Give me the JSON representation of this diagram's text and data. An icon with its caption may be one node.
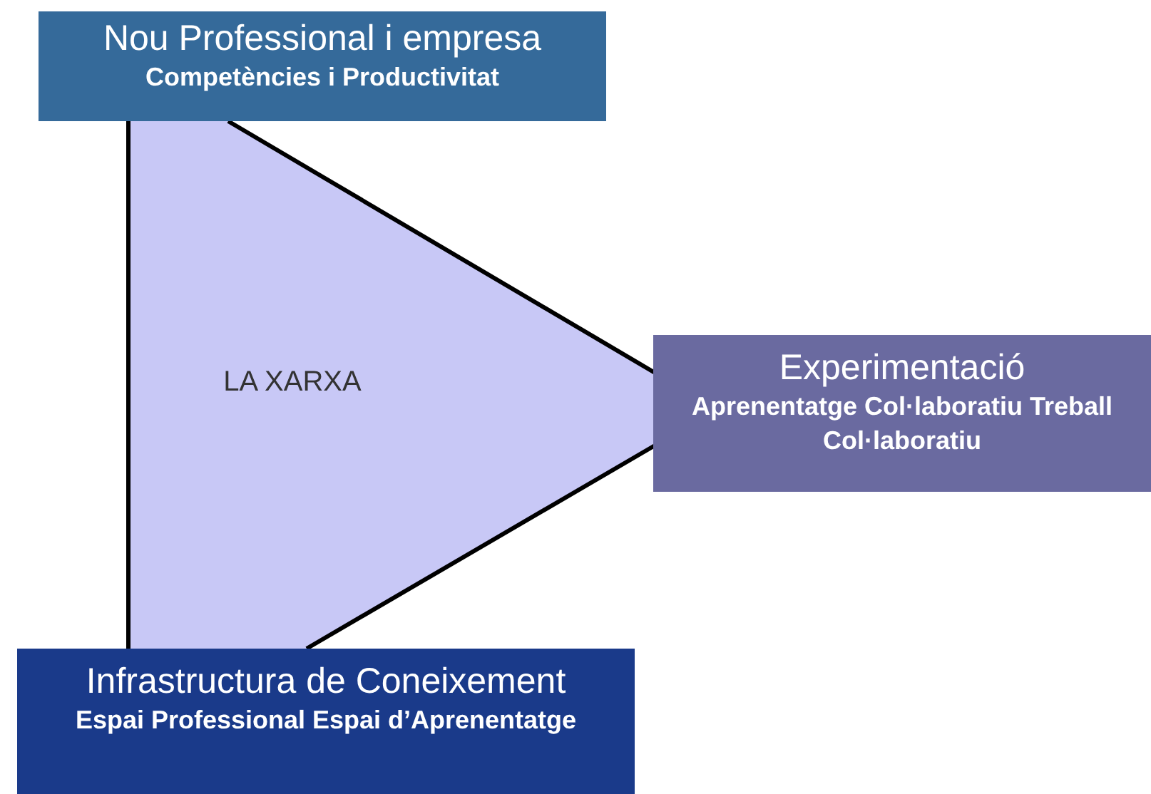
{
  "diagram": {
    "nodes": [
      {
        "text": [
          "Nou Professional i empresa",
          "Competències i Productivitat"
        ]
      },
      {
        "text": [
          "Experimentació",
          "Aprenentatge Col·laboratiu Treball Col·laboratiu"
        ]
      },
      {
        "text": [
          "Infrastructura de Coneixement",
          "Espai Professional Espai d’Aprenentatge"
        ]
      },
      {
        "text": [
          "LA XARXA"
        ]
      }
    ],
    "edges": [
      {
        "from": 0,
        "to": 1,
        "arrow": "none"
      },
      {
        "from": 1,
        "to": 2,
        "arrow": "none"
      },
      {
        "from": 0,
        "to": 2,
        "arrow": "none"
      }
    ]
  }
}
